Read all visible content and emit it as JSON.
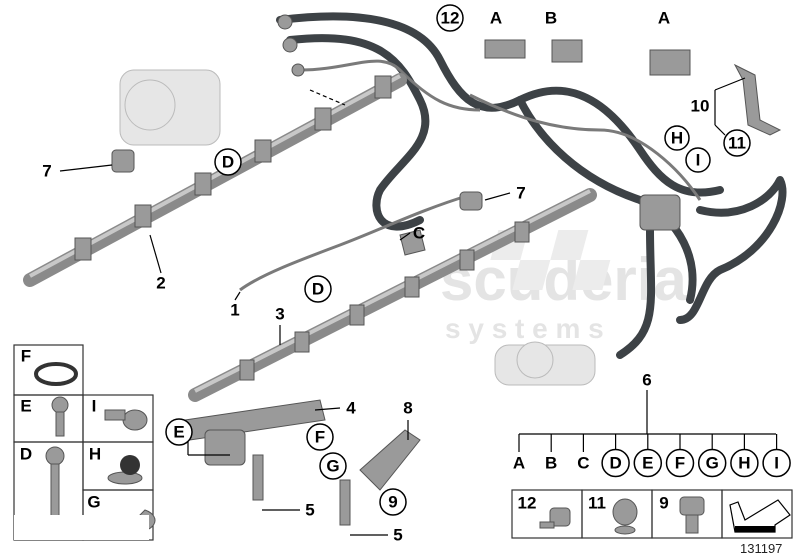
{
  "watermark": {
    "brand": "scuderia",
    "sub": "s y s t e m s"
  },
  "callouts": {
    "c12": "12",
    "a1": "A",
    "b": "B",
    "a2": "A",
    "c10": "10",
    "c11": "11",
    "h": "H",
    "i": "I",
    "c7a": "7",
    "d1": "D",
    "c7b": "7",
    "c": "C",
    "c2": "2",
    "c1": "1",
    "d2": "D",
    "c3": "3",
    "c4": "4",
    "c8": "8",
    "e": "E",
    "f": "F",
    "g": "G",
    "c9": "9",
    "c5a": "5",
    "c5b": "5"
  },
  "kit": {
    "number": "6",
    "items": [
      "A",
      "B",
      "C",
      "D",
      "E",
      "F",
      "G",
      "H",
      "I"
    ],
    "circled": [
      false,
      false,
      false,
      true,
      true,
      true,
      true,
      true,
      true
    ]
  },
  "legend_left": {
    "f": "F",
    "e": "E",
    "i": "I",
    "d": "D",
    "h": "H",
    "g": "G"
  },
  "legend_bottom": {
    "c12": "12",
    "c11": "11",
    "c9": "9"
  },
  "diagram_number": "131197"
}
